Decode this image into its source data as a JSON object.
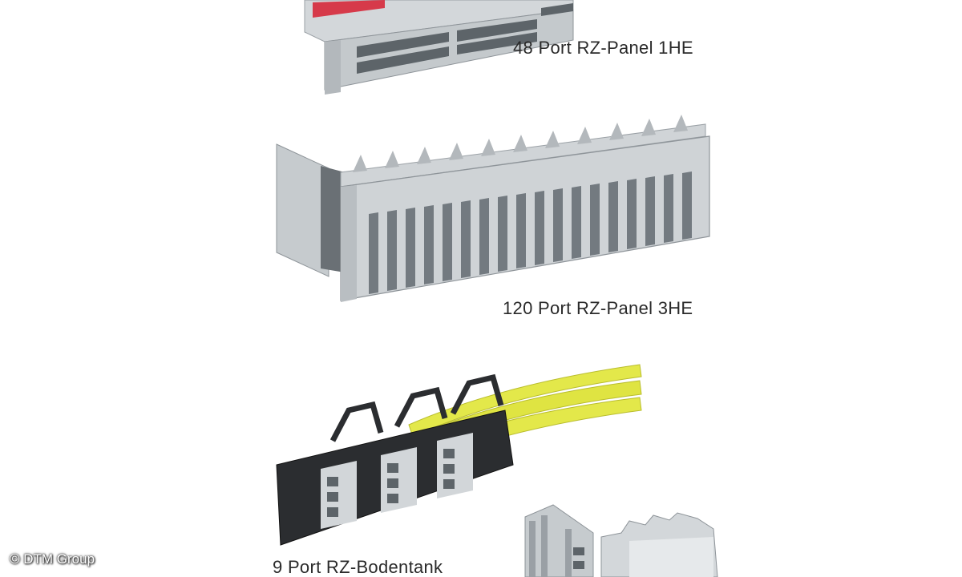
{
  "captions": {
    "panel_48": "48 Port RZ-Panel 1HE",
    "panel_120": "120 Port RZ-Panel 3HE",
    "floor_tank_9": "9 Port RZ-Bodentank"
  },
  "copyright": "© DTM Group",
  "colors": {
    "background": "#ffffff",
    "panel_metal": "#c9cdd0",
    "panel_shadow": "#8e9499",
    "red_module": "#d63a4a",
    "cable_yellow": "#e3e84a",
    "tank_black": "#2b2d30"
  }
}
